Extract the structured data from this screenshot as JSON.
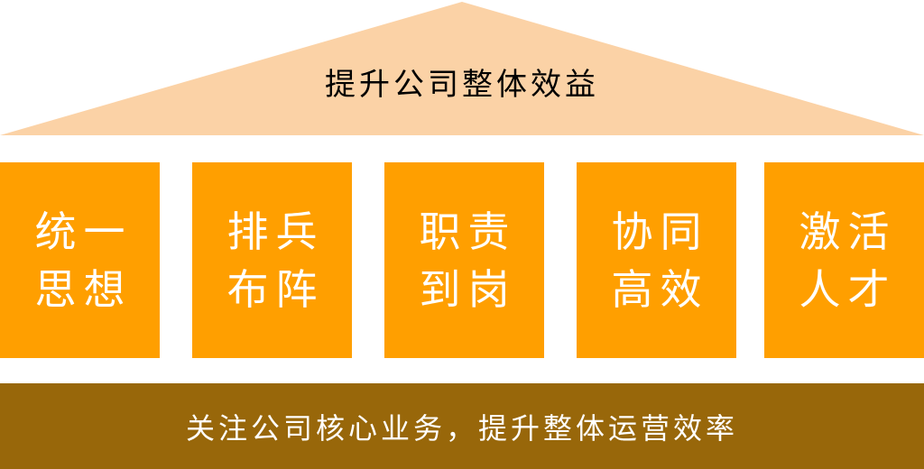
{
  "colors": {
    "roof": "#fbd2a6",
    "pillar": "#ff9f00",
    "base": "#98670a",
    "pillar_text": "#ffffff",
    "roof_text": "#000000"
  },
  "roof": {
    "label": "提升公司整体效益"
  },
  "pillars": [
    {
      "line1": "统一",
      "line2": "思想"
    },
    {
      "line1": "排兵",
      "line2": "布阵"
    },
    {
      "line1": "职责",
      "line2": "到岗"
    },
    {
      "line1": "协同",
      "line2": "高效"
    },
    {
      "line1": "激活",
      "line2": "人才"
    }
  ],
  "base": {
    "label": "关注公司核心业务，提升整体运营效率"
  }
}
